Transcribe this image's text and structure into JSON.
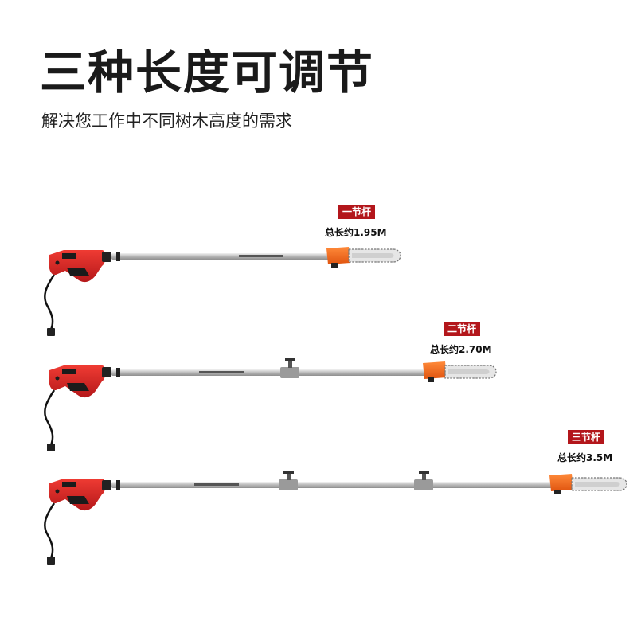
{
  "headline": "三种长度可调节",
  "subheadline": "解决您工作中不同树木高度的需求",
  "variants": [
    {
      "badge": "一节杆",
      "length": "总长约1.95M"
    },
    {
      "badge": "二节杆",
      "length": "总长约2.70M"
    },
    {
      "badge": "三节杆",
      "length": "总长约3.5M"
    }
  ],
  "colors": {
    "badge": "#b3161b",
    "motor_body": "#d9231f",
    "chain_guard": "#f26a1b",
    "pole": "#c9c9c9"
  }
}
